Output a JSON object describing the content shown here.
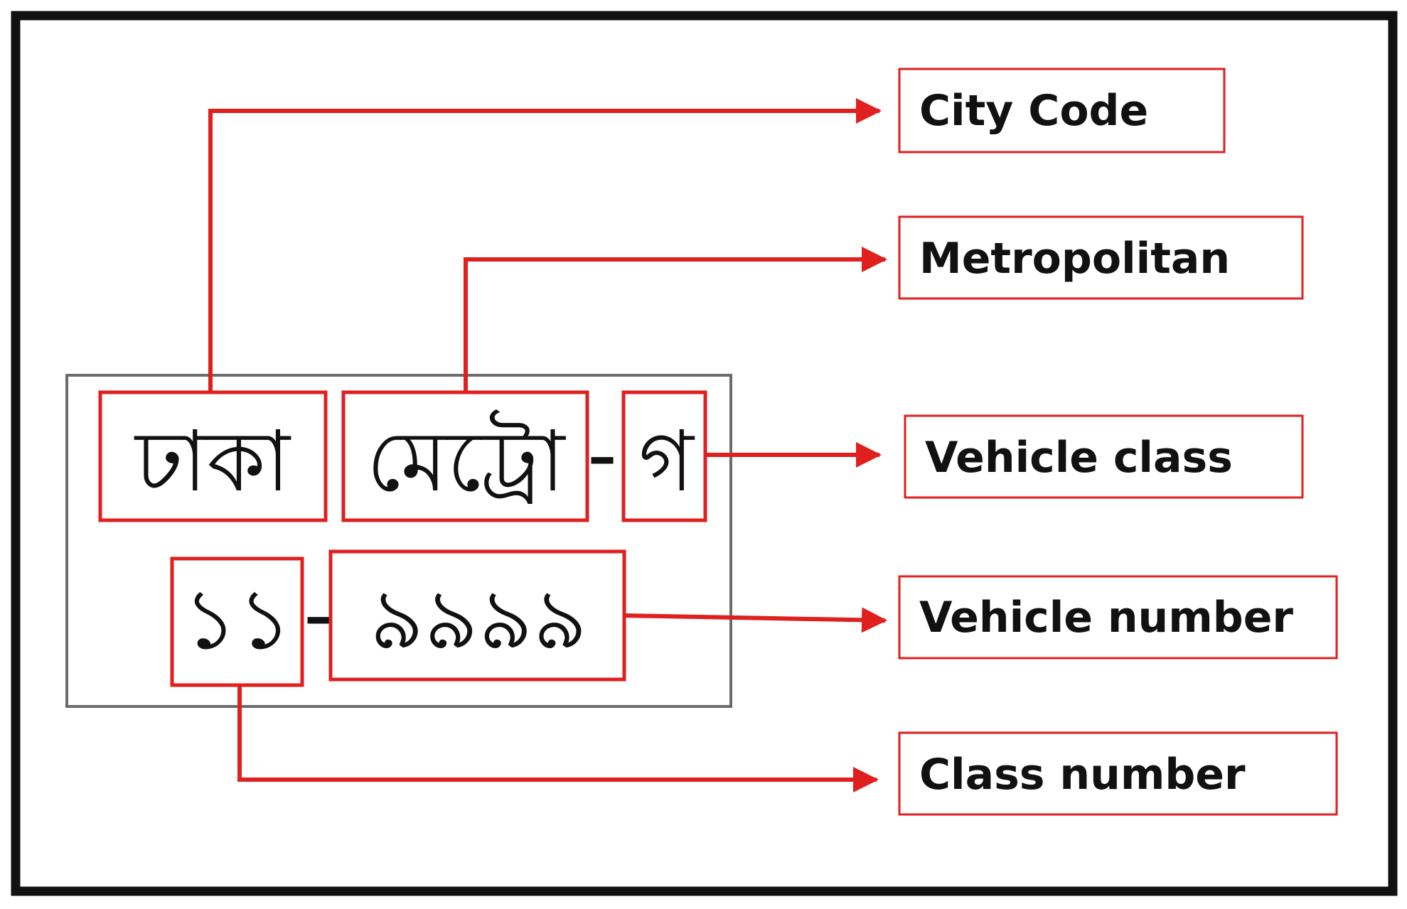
{
  "colors": {
    "frame": "#111111",
    "plate_border": "#6b6b6b",
    "annotation": "#e01f1f",
    "text": "#111111"
  },
  "plate": {
    "city": "ঢাকা",
    "metro": "মেট্রো",
    "dash1": "-",
    "class_letter": "গ",
    "class_number": "১১",
    "dash2": "-",
    "vehicle_number": "৯৯৯৯"
  },
  "labels": {
    "city_code": "City Code",
    "metropolitan": "Metropolitan",
    "vehicle_class": "Vehicle class",
    "vehicle_number": "Vehicle number",
    "class_number": "Class number"
  }
}
